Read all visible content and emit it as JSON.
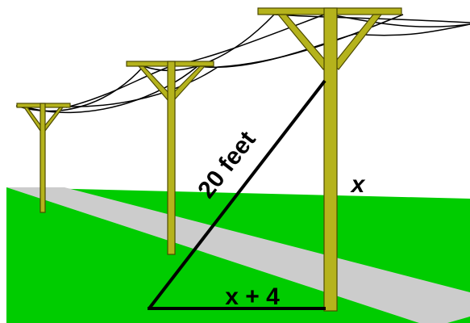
{
  "diagram": {
    "hypotenuse_label": "20 feet",
    "pole_height_label": "x",
    "base_label": "x + 4"
  },
  "colors": {
    "grass": "#00cc00",
    "road": "#cccccc",
    "pole_fill": "#b5b31c",
    "pole_outline": "#4d4a00",
    "wire": "#000000",
    "triangle": "#000000"
  }
}
